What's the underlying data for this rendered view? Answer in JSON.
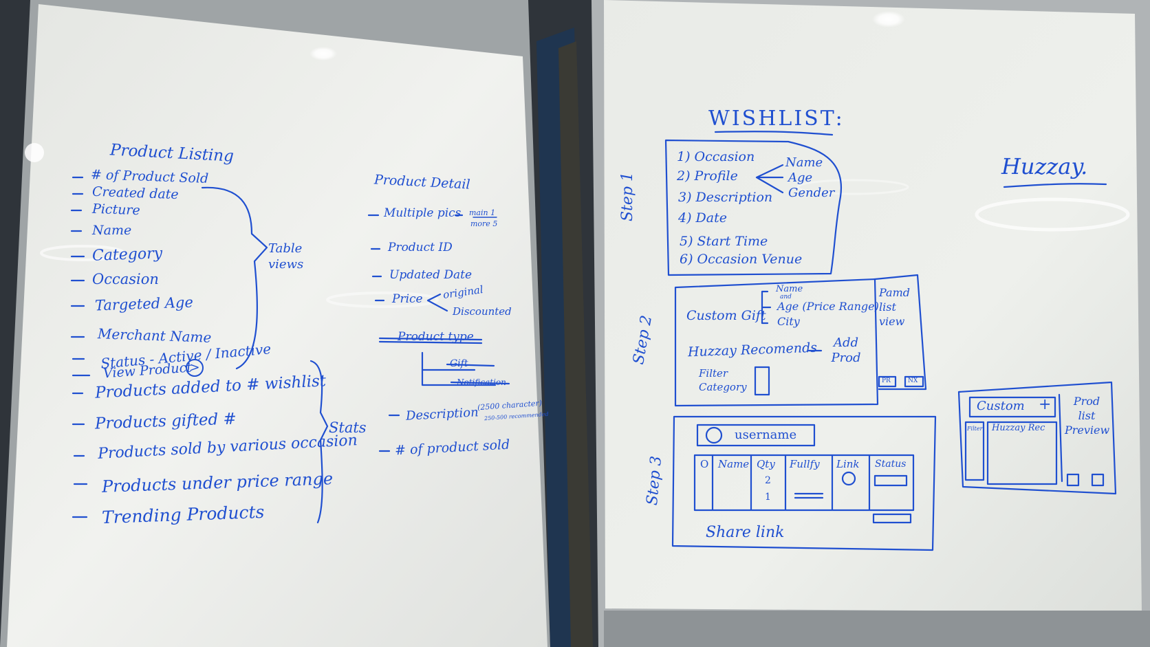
{
  "colors": {
    "ink": "#1f4fd0",
    "board": "#eceeea",
    "frame": "#aeb2b4",
    "wall": "#2d3238",
    "pillar": "#1e3a5c"
  },
  "left_board": {
    "product_listing": {
      "title": "Product Listing",
      "items": [
        "# of Product Sold",
        "Created date",
        "Picture",
        "Name",
        "Category",
        "Occasion",
        "Targeted Age",
        "Merchant Name",
        "Status - Active / Inactive",
        "View Product"
      ],
      "table_views_label": "Table views"
    },
    "stats": {
      "items": [
        "Products added to # wishlist",
        "Products gifted #",
        "Products sold by various occasion",
        "Products under price range",
        "Trending Products"
      ],
      "label": "Stats"
    },
    "product_detail": {
      "title": "Product Detail",
      "multiple_pics": "Multiple pics",
      "pics_note_main": "main 1",
      "pics_note_more": "more 5",
      "product_id": "Product ID",
      "updated_date": "Updated Date",
      "price": "Price",
      "price_original": "original",
      "price_discounted": "Discounted",
      "product_type_struck": "Product type",
      "type_gift_struck": "Gift",
      "type_notification_struck": "Notification",
      "description": "Description",
      "description_note": "(2500 character)",
      "description_note2": "250-500 recommended",
      "product_sold": "# of product sold"
    }
  },
  "right_board": {
    "title": "WISHLIST:",
    "brand": "Huzzay.",
    "step1": {
      "label": "Step 1",
      "items": [
        "1) Occasion",
        "2) Profile",
        "3) Description",
        "4) Date",
        "5) Start Time",
        "6) Occasion Venue"
      ],
      "profile_fields": [
        "Name",
        "Age",
        "Gender"
      ]
    },
    "step2": {
      "label": "Step 2",
      "custom_gift": "Custom Gift",
      "custom_fields": [
        "Name",
        "and",
        "Age (Price Range)",
        "City"
      ],
      "huzzay_recommends": "Huzzay Recomends",
      "add_prod": "Add Prod",
      "filter": "Filter Category",
      "side_panel": "Pamd list view",
      "side_btn_prev": "PR",
      "side_btn_next": "NX"
    },
    "step3": {
      "label": "Step 3",
      "username": "username",
      "columns": [
        "O",
        "Name",
        "Qty",
        "Fullfy",
        "Link",
        "Status"
      ],
      "qty_values": [
        "2",
        "1"
      ],
      "share_link": "Share link"
    },
    "preview": {
      "custom": "Custom",
      "plus": "+",
      "prod_list_preview": "Prod list Preview",
      "huzzay_rec": "Huzzay Rec",
      "side_tab": "Filter"
    }
  }
}
